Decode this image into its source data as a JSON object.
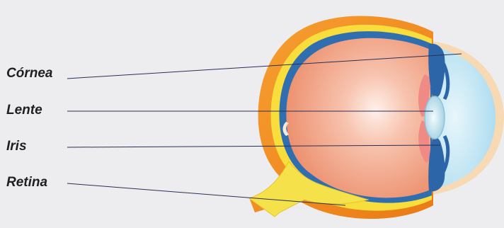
{
  "diagram": {
    "subject": "eye-cross-section",
    "labels": {
      "cornea": "Córnea",
      "lens": "Lente",
      "iris": "Iris",
      "retina": "Retina"
    },
    "colors": {
      "background": "#ededef",
      "outer_layer": "#f28a1e",
      "yellow_layer": "#f7de3c",
      "blue_layer": "#2f6fb0",
      "vitreous": "#f0a384",
      "cornea_fluid": "#bfe6f4",
      "iris": "#2c66a8",
      "lens": "#cfe9f3",
      "optic_nerve": "#f5e24a",
      "leader_lines": "#2a2f56"
    }
  }
}
